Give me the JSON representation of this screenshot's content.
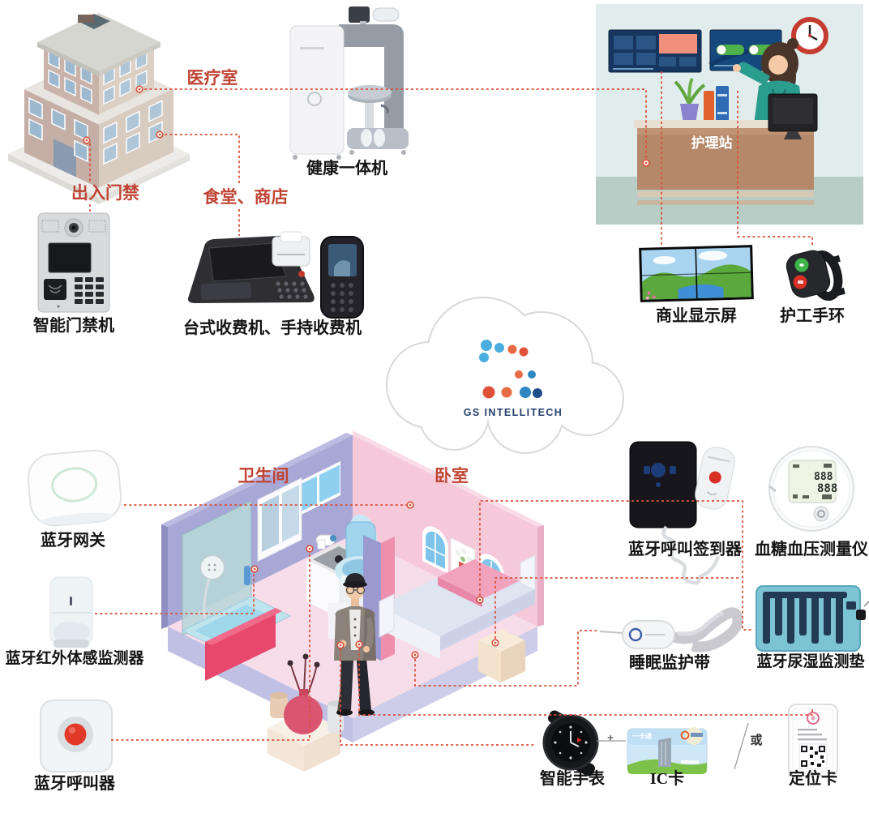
{
  "areas": {
    "medical_room": "医疗室",
    "entrance_access": "出入门禁",
    "canteen_shop": "食堂、商店",
    "bathroom": "卫生间",
    "bedroom": "卧室",
    "nursing_station": "护理站"
  },
  "devices": {
    "health_kiosk": "健康一体机",
    "access_control": "智能门禁机",
    "pos_machines": "台式收费机、手持收费机",
    "commercial_display": "商业显示屏",
    "caregiver_band": "护工手环",
    "bt_gateway": "蓝牙网关",
    "bt_pir_sensor": "蓝牙红外体感监测器",
    "bt_caller": "蓝牙呼叫器",
    "bt_call_signin": "蓝牙呼叫签到器",
    "glucose_bp_meter": "血糖血压测量仪",
    "sleep_belt": "睡眠监护带",
    "bt_urine_pad": "蓝牙尿湿监测垫",
    "smart_watch": "智能手表",
    "ic_card": "IC卡",
    "locator_card": "定位卡"
  },
  "cloud": {
    "brand_name": "GS INTELLITECH"
  },
  "symbols": {
    "plus": "+",
    "or": "或"
  },
  "ic_card_art": {
    "title": "一卡通"
  },
  "meter_display": {
    "row1": "888",
    "row2": "888"
  },
  "colors": {
    "connector_red": "#d9513a",
    "area_label_red": "#bf4434",
    "device_label_black": "#141414",
    "brand_navy": "#25406e",
    "logo_light_blue": "#4aaede",
    "logo_orange": "#e66a43",
    "logo_red": "#e05138",
    "logo_blue": "#2f86c0",
    "logo_dark_blue": "#1f4e8a"
  }
}
